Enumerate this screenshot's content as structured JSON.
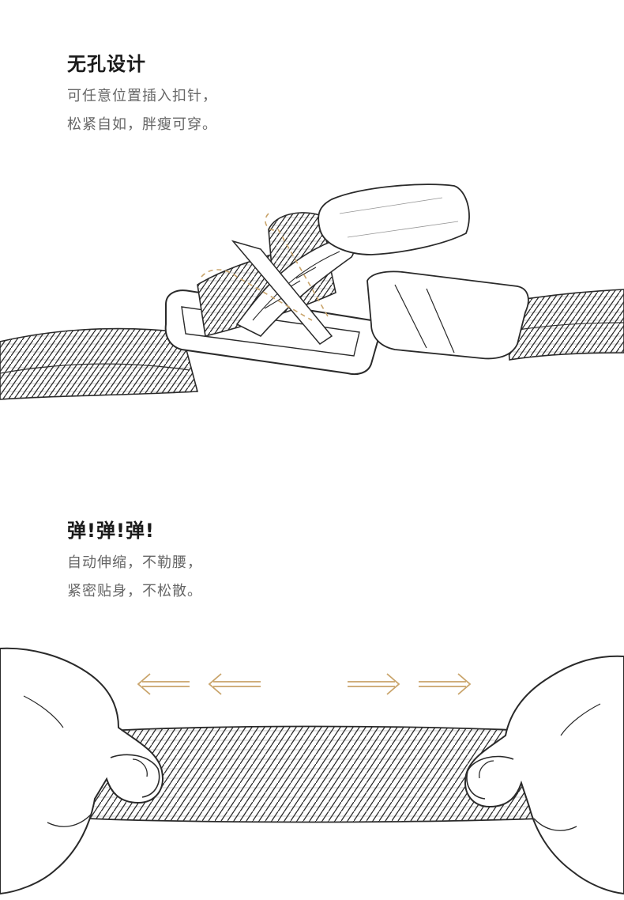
{
  "section1": {
    "title": "无孔设计",
    "lines": [
      "可任意位置插入扣针，",
      "松紧自如，胖瘦可穿。"
    ]
  },
  "section2": {
    "title": "弹!弹!弹!",
    "lines": [
      "自动伸缩，不勒腰，",
      "紧密贴身，不松散。"
    ]
  },
  "colors": {
    "ink": "#2a2a2a",
    "accent": "#c9a46b",
    "heading": "#1a1a1a",
    "body": "#666666"
  },
  "icons": [
    "buckle-illustration",
    "hands-stretch-illustration",
    "arrow-left-icon",
    "arrow-right-icon"
  ]
}
